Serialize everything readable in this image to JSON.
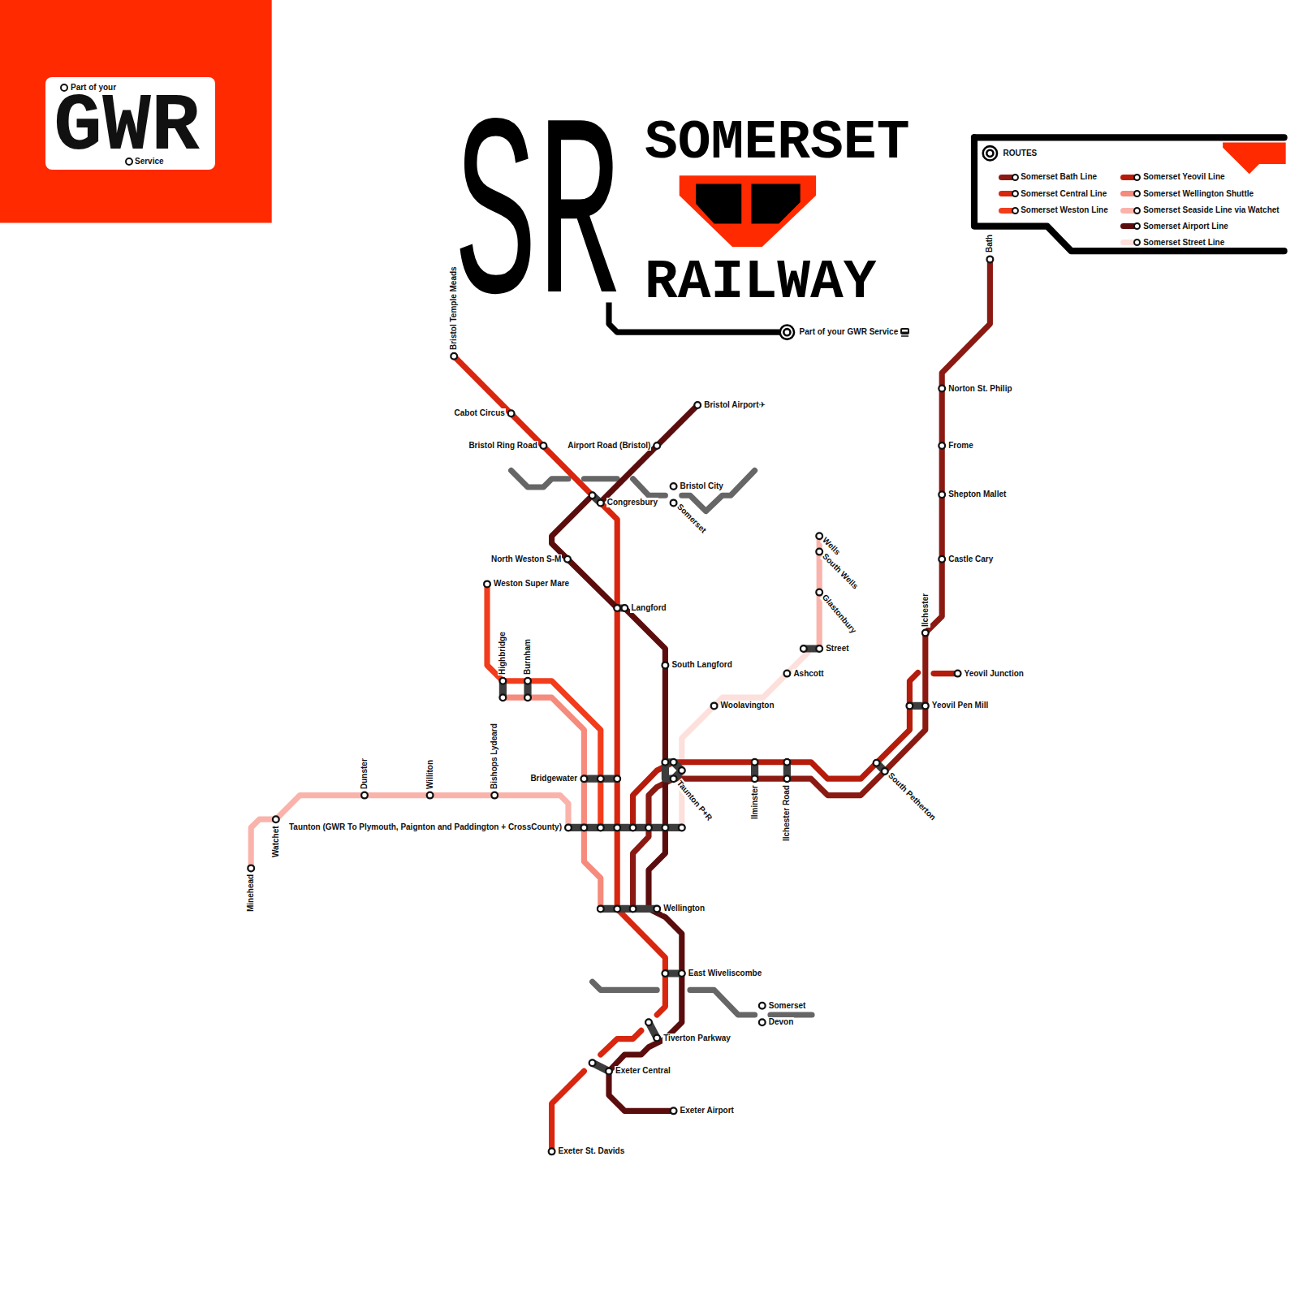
{
  "diagram": {
    "title": "SOMERSET RAILWAY",
    "nodes": [
      {
        "text": [
          "Part of your",
          "GWR",
          "Service"
        ]
      }
    ],
    "labels": [
      "SR",
      "Part of your GWR Service",
      "ROUTES",
      "Bristol Temple Meads",
      "Cabot Circus",
      "Bristol Ring Road",
      "Airport Road (Bristol)",
      "Bristol Airport✈",
      "Congresbury",
      "Bristol City",
      "Somerset",
      "North Weston S-M",
      "Weston Super Mare",
      "Langford",
      "South Langford",
      "Highbridge",
      "Burnham",
      "Bridgewater",
      "Dunster",
      "Williton",
      "Bishops Lydeard",
      "Watchet",
      "Minehead",
      "Taunton (GWR To Plymouth, Paignton and Paddington + CrossCounty)",
      "Taunton P+R",
      "Woolavington",
      "Ashcott",
      "Street",
      "Glastonbury",
      "South Wells",
      "Wells",
      "Ilminster",
      "Ilchester Road",
      "South Petherton",
      "Yeovil Pen Mill",
      "Yeovil Junction",
      "Ilchester",
      "Castle Cary",
      "Shepton Mallet",
      "Frome",
      "Norton St. Philip",
      "Bath",
      "Wellington",
      "East Wiveliscombe",
      "Somerset",
      "Devon",
      "Tiverton Parkway",
      "Exeter Central",
      "Exeter Airport",
      "Exeter St. Davids"
    ],
    "legend": [
      {
        "text": "Somerset Bath Line",
        "color": "#8b1a12"
      },
      {
        "text": "Somerset Central Line",
        "color": "#d8260f"
      },
      {
        "text": "Somerset Weston Line",
        "color": "#f23c1c"
      },
      {
        "text": "Somerset Yeovil Line",
        "color": "#b51c0c"
      },
      {
        "text": "Somerset Wellington Shuttle",
        "color": "#f68a7c"
      },
      {
        "text": "Somerset Seaside Line via Watchet",
        "color": "#fab3ab"
      },
      {
        "text": "Somerset Airport Line",
        "color": "#5b0d0d"
      },
      {
        "text": "Somerset Street Line",
        "color": "#fde0db"
      }
    ]
  }
}
